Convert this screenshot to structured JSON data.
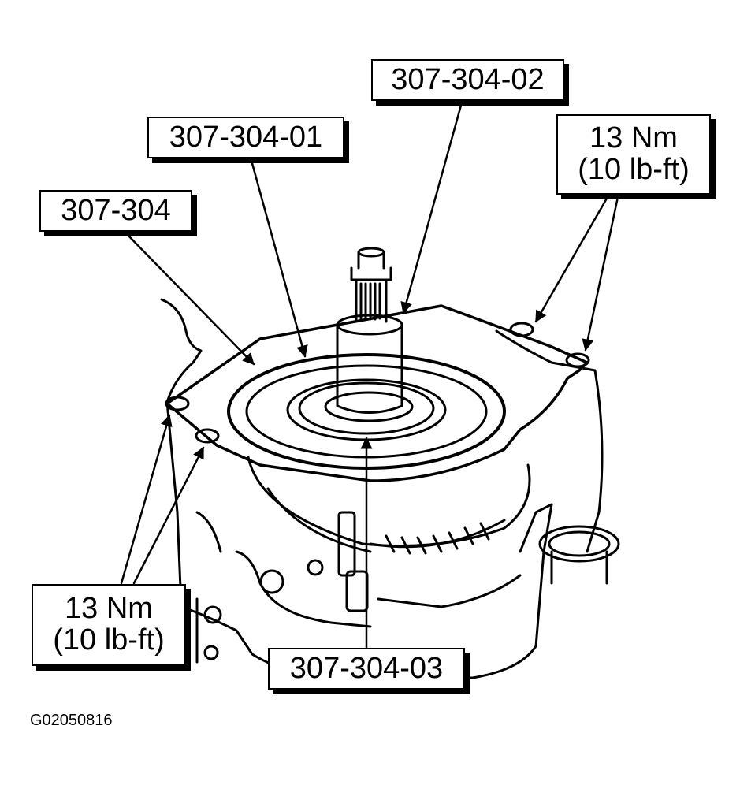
{
  "callouts": {
    "tool_main": "307-304",
    "tool_01": "307-304-01",
    "tool_02": "307-304-02",
    "tool_03": "307-304-03",
    "torque_right": {
      "line1": "13 Nm",
      "line2": "(10 lb-ft)"
    },
    "torque_left": {
      "line1": "13 Nm",
      "line2": "(10 lb-ft)"
    }
  },
  "figure_id": "G02050816"
}
